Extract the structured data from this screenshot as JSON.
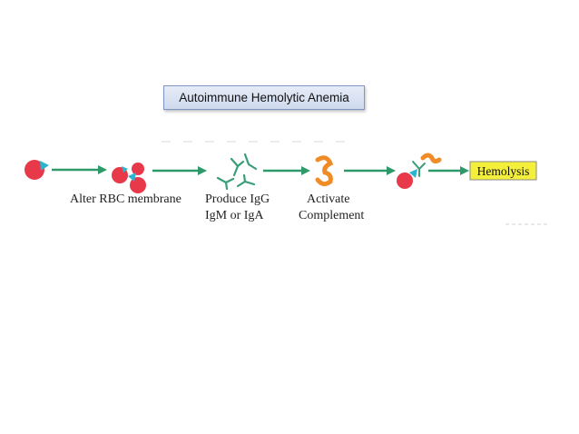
{
  "title": "Autoimmune Hemolytic Anemia",
  "steps": {
    "alter": "Alter RBC membrane",
    "produce_line1": "Produce IgG",
    "produce_line2": "IgM or IgA",
    "activate_line1": "Activate",
    "activate_line2": "Complement",
    "outcome": "Hemolysis"
  },
  "colors": {
    "arrow": "#2e9a6a",
    "rbc": "#e8394a",
    "marker": "#29b5cf",
    "antibody": "#3a9e78",
    "complement": "#f08c28",
    "outcome_fill": "#f4ef3a"
  }
}
